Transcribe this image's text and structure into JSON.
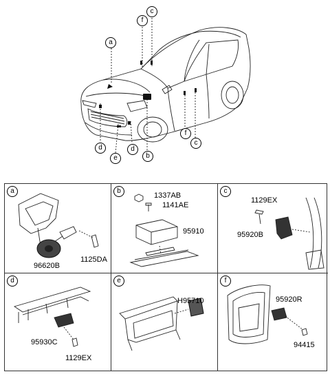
{
  "car_callouts": {
    "a_top": "a",
    "f_top": "f",
    "c_top": "c",
    "d_left": "d",
    "e_bottom": "e",
    "d_bottom": "d",
    "b_bottom": "b",
    "f_side": "f",
    "c_side": "c"
  },
  "panels": {
    "a": {
      "tag": "a",
      "parts": [
        "96620B",
        "1125DA"
      ]
    },
    "b": {
      "tag": "b",
      "parts": [
        "1337AB",
        "1141AE",
        "95910"
      ]
    },
    "c": {
      "tag": "c",
      "parts": [
        "1129EX",
        "95920B"
      ]
    },
    "d": {
      "tag": "d",
      "parts": [
        "95930C",
        "1129EX"
      ]
    },
    "e": {
      "tag": "e",
      "parts": [
        "H95710"
      ]
    },
    "f": {
      "tag": "f",
      "parts": [
        "95920R",
        "94415"
      ]
    }
  }
}
